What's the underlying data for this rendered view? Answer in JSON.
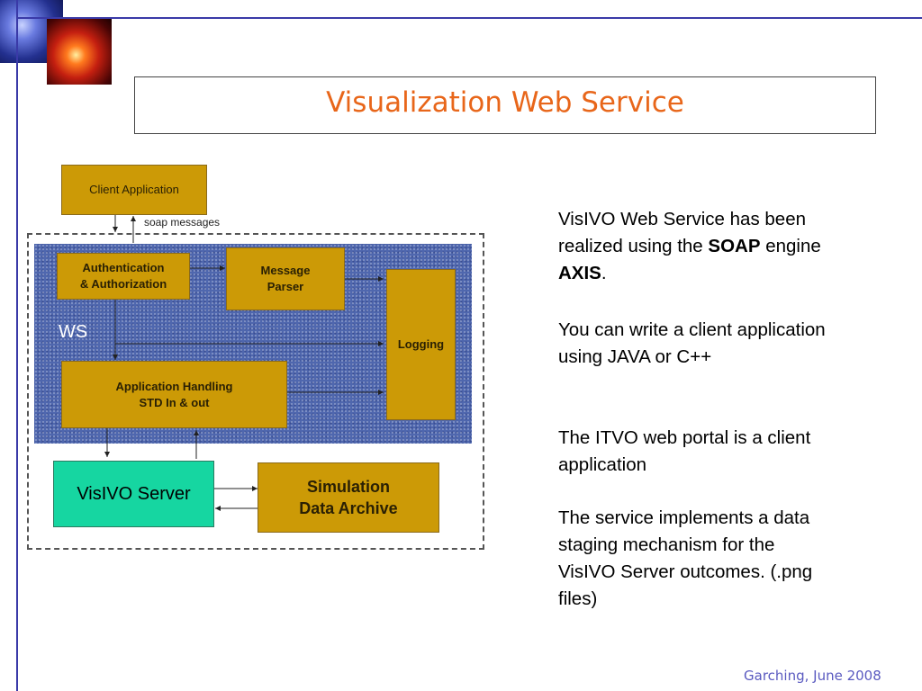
{
  "slide": {
    "title": "Visualization  Web Service",
    "footer": "Garching, June 2008"
  },
  "diagram": {
    "client_application": "Client Application",
    "soap_messages": "soap messages",
    "auth_line1": "Authentication",
    "auth_line2": "& Authorization",
    "parser_line1": "Message",
    "parser_line2": "Parser",
    "ws_label": "WS",
    "logging": "Logging",
    "app_handling_line1": "Application Handling",
    "app_handling_line2": "STD In & out",
    "visivo_server": "VisIVO Server",
    "archive_line1": "Simulation",
    "archive_line2": "Data Archive"
  },
  "body": {
    "p1_part1": "VisIVO Web Service has been realized using the ",
    "p1_soap": "SOAP",
    "p1_part2": " engine ",
    "p1_axis": "AXIS",
    "p1_end": ".",
    "p2": "You can write a client application using JAVA or C++",
    "p3": "The ITVO web portal is a client application",
    "p4": "The service implements a data staging mechanism for the VisIVO Server outcomes.  (.png files)"
  },
  "colors": {
    "title": "#e8661a",
    "box_orange": "#cc9a06",
    "ws_blue": "#4f67ae",
    "server_green": "#16d6a1",
    "rule_blue": "#3a3aa8"
  }
}
